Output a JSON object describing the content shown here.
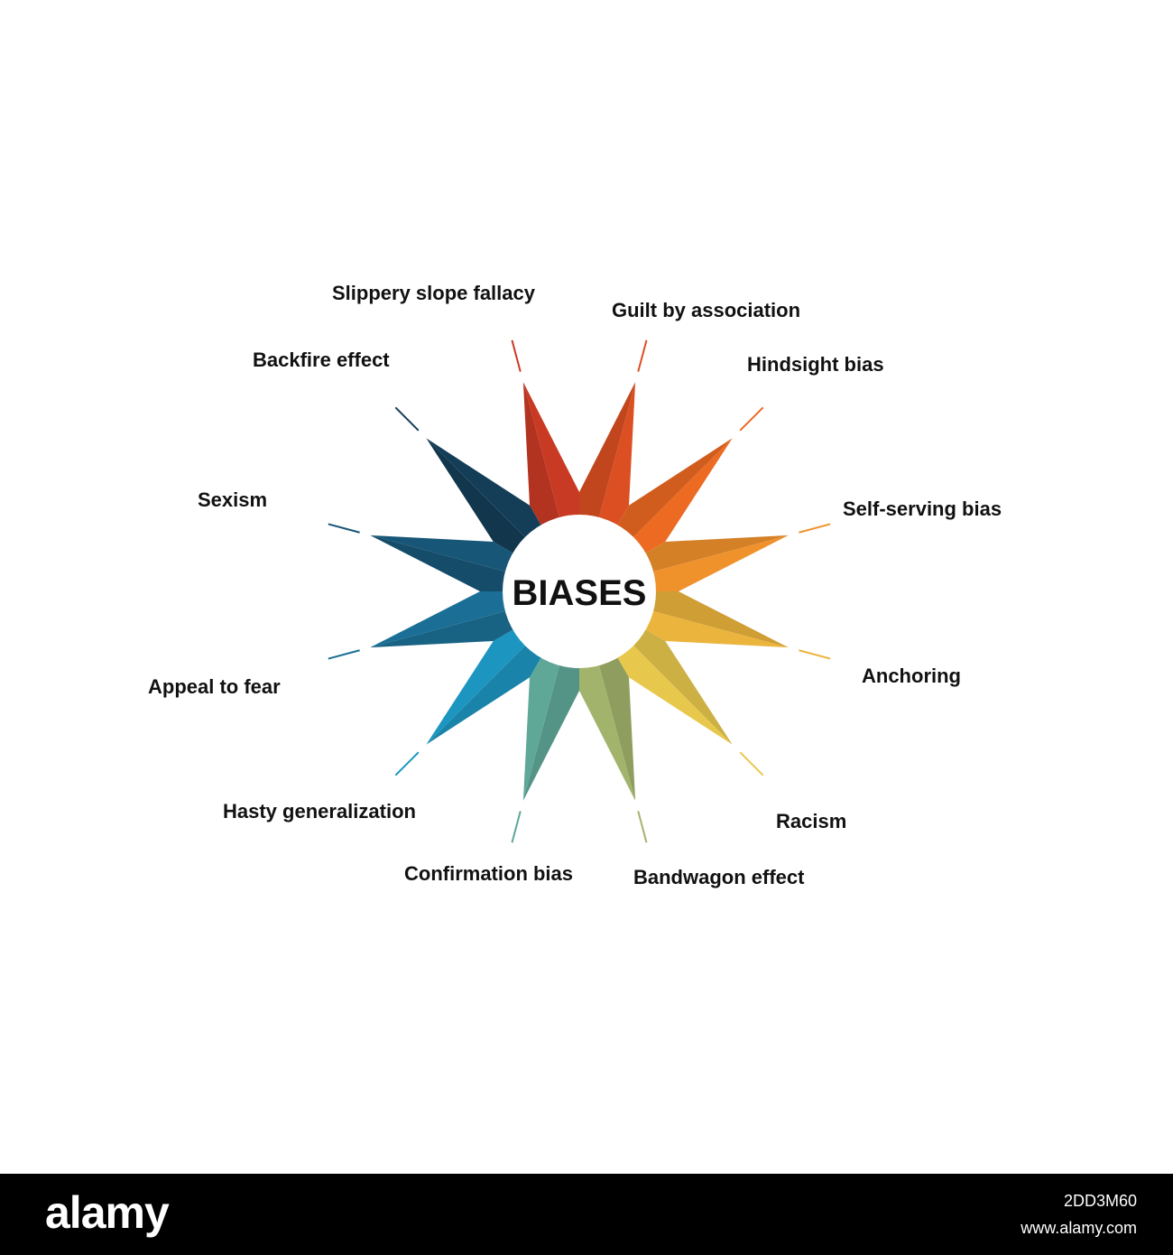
{
  "title": "BIASES",
  "items": [
    {
      "label": "Slippery slope fallacy",
      "color": "#c93a24"
    },
    {
      "label": "Guilt by association",
      "color": "#db4f22"
    },
    {
      "label": "Hindsight bias",
      "color": "#ec6a22"
    },
    {
      "label": "Self-serving bias",
      "color": "#f0922c"
    },
    {
      "label": "Anchoring",
      "color": "#ebb43c"
    },
    {
      "label": "Racism",
      "color": "#e8c84c"
    },
    {
      "label": "Bandwagon effect",
      "color": "#a2b46c"
    },
    {
      "label": "Confirmation bias",
      "color": "#5fa898"
    },
    {
      "label": "Hasty generalization",
      "color": "#1c95c0"
    },
    {
      "label": "Appeal to fear",
      "color": "#1b6f96"
    },
    {
      "label": "Sexism",
      "color": "#185677"
    },
    {
      "label": "Backfire effect",
      "color": "#143e58"
    }
  ],
  "footer": {
    "brand": "alamy",
    "image_id": "2DD3M60",
    "url": "www.alamy.com"
  }
}
